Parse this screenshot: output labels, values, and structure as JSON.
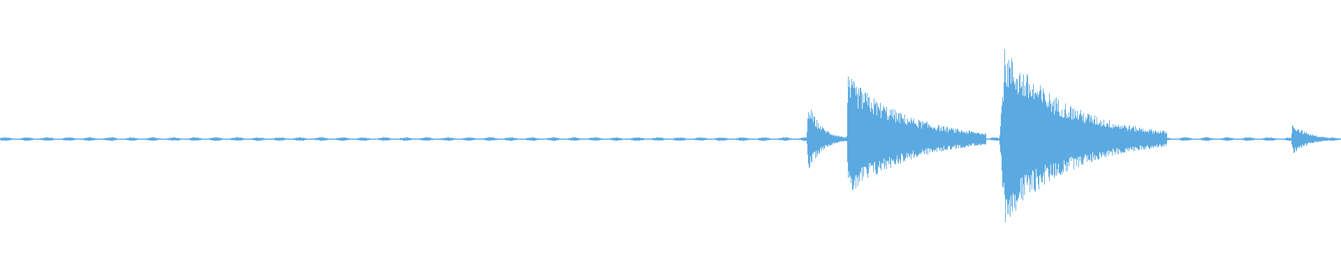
{
  "waveform": {
    "color": "#5aa9e1",
    "background": "#ffffff",
    "duration_fraction_shown": 1.0,
    "noise_floor_amplitude": 0.015,
    "events": [
      {
        "name": "onset-1",
        "start": 0.6012,
        "attack": 0.0015,
        "peak": 0.26,
        "decay": 0.01,
        "sustain": 0.1,
        "end": 0.633
      },
      {
        "name": "hit-1",
        "start": 0.6312,
        "attack": 0.001,
        "peak": 0.46,
        "decay": 0.045,
        "sustain": 0.05,
        "end": 0.735
      },
      {
        "name": "hit-2",
        "start": 0.745,
        "attack": 0.004,
        "peak": 0.66,
        "decay": 0.05,
        "sustain": 0.03,
        "end": 0.87
      },
      {
        "name": "tail-blip",
        "start": 0.9625,
        "attack": 0.0012,
        "peak": 0.12,
        "decay": 0.012,
        "sustain": 0.02,
        "end": 1.0
      }
    ]
  }
}
